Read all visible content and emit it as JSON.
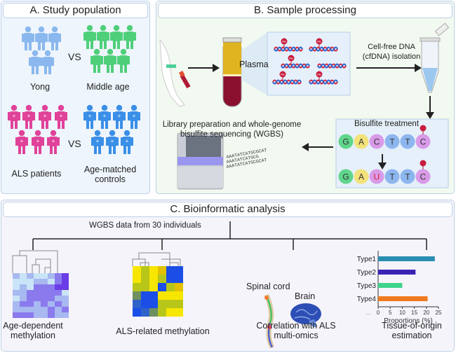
{
  "panels": {
    "a": {
      "title": "A. Study population",
      "groups": [
        {
          "label": "Yong",
          "color": "#8ab8ee",
          "count": 5
        },
        {
          "label": "Middle age",
          "color": "#4fcf7a",
          "count": 7
        },
        {
          "label": "ALS patients",
          "color": "#e0429a",
          "count": 7
        },
        {
          "label": "Age-matched controls",
          "color": "#3a8fe8",
          "count": 7
        }
      ],
      "vs_label": "VS",
      "groups_label_line2": "controls",
      "groups_label_line1": "Age-matched"
    },
    "b": {
      "title": "B. Sample processing",
      "plasma_label": "Plasma",
      "methyl_label": "Me",
      "cfdna_line1": "Cell-free DNA",
      "cfdna_line2": "(cfDNA) isolation",
      "bisulfite_title": "Bisulfite treatment",
      "seq_before": [
        "G",
        "A",
        "C",
        "T",
        "T",
        "C"
      ],
      "seq_after": [
        "G",
        "A",
        "U",
        "T",
        "T",
        "C"
      ],
      "base_colors": {
        "G": "#5fd68c",
        "A": "#f3e27a",
        "C": "#d99be8",
        "T": "#8db6ef",
        "U": "#d99be8"
      },
      "wgbs_line1": "Library preparation and whole-genome",
      "wgbs_line2": "bisulfite sequencing (WGBS)",
      "reads": [
        "AAATATCATGCGCAT",
        "AAATATCATGCG",
        "AAATATCATGCGCAT"
      ]
    },
    "c": {
      "title": "C. Bioinformatic analysis",
      "root_label": "WGBS data from 30 individuals",
      "branches": [
        {
          "line1": "Age-dependent",
          "line2": "methylation"
        },
        {
          "line1": "ALS-related methylation",
          "line2": ""
        },
        {
          "line1": "Correlation with ALS",
          "line2": "multi-omics"
        },
        {
          "line1": "Tissue-of-origin",
          "line2": "estimation"
        }
      ],
      "spinal_label": "Spinal cord",
      "brain_label": "Brain"
    }
  },
  "chart_data": {
    "type": "bar",
    "orientation": "horizontal",
    "categories": [
      "Type1",
      "Type2",
      "Type3",
      "Type4"
    ],
    "values": [
      23.5,
      15.5,
      10,
      20.5
    ],
    "colors": [
      "#2a8db0",
      "#3b22b5",
      "#3ed38a",
      "#ef7a1f"
    ],
    "xlabel": "Proportions (%)",
    "xlim": [
      0,
      25
    ],
    "xticks": [
      0,
      5,
      10,
      15,
      20,
      25
    ],
    "tick_labels": [
      "0",
      "5",
      "10",
      "15",
      "20",
      "25"
    ],
    "ellipsis_label": "...",
    "grid": false
  }
}
